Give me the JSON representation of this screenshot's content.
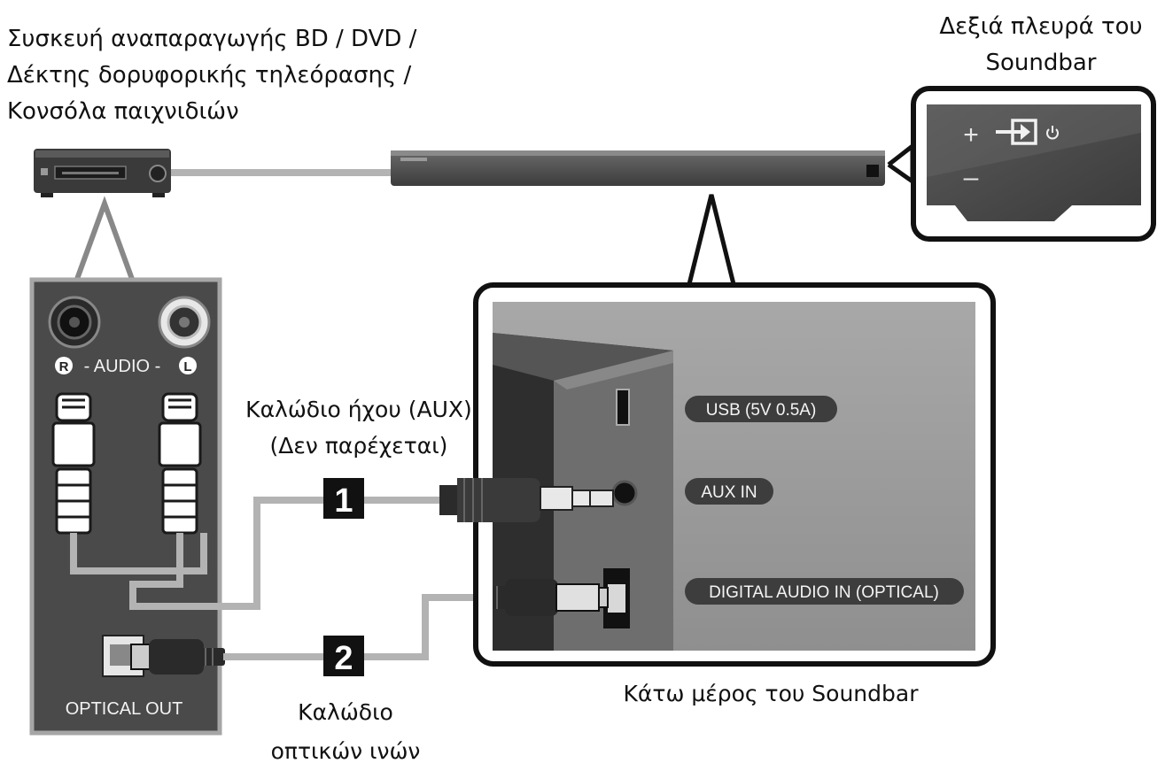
{
  "source_device_label": [
    "Συσκευή αναπαραγωγής BD / DVD /",
    "Δέκτης δορυφορικής τηλεόρασης /",
    "Κονσόλα παιχνιδιών"
  ],
  "right_side_label": [
    "Δεξιά πλευρά του",
    "Soundbar"
  ],
  "audio_jacks_label": "- AUDIO -",
  "jack_r": "R",
  "jack_l": "L",
  "optical_out_label": "OPTICAL OUT",
  "aux_cable_label": [
    "Καλώδιο ήχου (AUX)",
    "(Δεν παρέχεται)"
  ],
  "optical_cable_label": [
    "Καλώδιο",
    "οπτικών ινών"
  ],
  "bottom_soundbar_label": "Κάτω μέρος του Soundbar",
  "port_usb": "USB (5V 0.5A)",
  "port_aux": "AUX IN",
  "port_optical": "DIGITAL AUDIO IN (OPTICAL)",
  "step_1": "1",
  "step_2": "2",
  "panel_plus": "+",
  "panel_minus": "–",
  "colors": {
    "cable": "#b3b3b3",
    "panel_gray": "#9a9a9a",
    "dark": "#2b2b2b",
    "frame": "#111111"
  }
}
